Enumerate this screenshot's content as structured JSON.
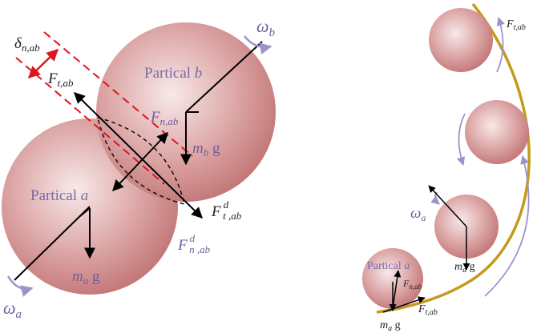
{
  "left": {
    "particle_b_label": "Partical ",
    "particle_b_var": "b",
    "particle_a_label": "Partical ",
    "particle_a_var": "a",
    "omega_b": "ω",
    "omega_b_sub": "b",
    "omega_a": "ω",
    "omega_a_sub": "a",
    "delta": "δ",
    "delta_sub": "n,ab",
    "f_t": "F",
    "f_t_sub": "t,ab",
    "f_n": "F",
    "f_n_sub": "n,ab",
    "f_td": "F",
    "f_td_sup": "d",
    "f_td_sub": "t ,ab",
    "f_nd": "F",
    "f_nd_sup": "d",
    "f_nd_sub": "n ,ab",
    "mb_m": "m",
    "mb_sub": "b",
    "mb_g": " g",
    "ma_m": "m",
    "ma_sub": "a",
    "ma_g": " g"
  },
  "right": {
    "f_t_top": "F",
    "f_t_top_sub": "t,ab",
    "omega_a": "ω",
    "omega_a_sub": "a",
    "m_top": "m",
    "m_top_sub": "a",
    "m_top_g": " g",
    "particle_label": "Partical ",
    "particle_var": "a",
    "f_n": "F",
    "f_n_sub": "n,ab",
    "f_t": "F",
    "f_t_sub": "t,ab",
    "ma_m": "m",
    "ma_sub": "a",
    "ma_g": " g"
  },
  "colors": {
    "particle_center": "#f6e3e3",
    "particle_edge": "#c47a7a",
    "wall": "#c49a1c",
    "motion_arrow": "#9d93c9",
    "overlap_line": "#e0141e",
    "vector": "#000000"
  }
}
